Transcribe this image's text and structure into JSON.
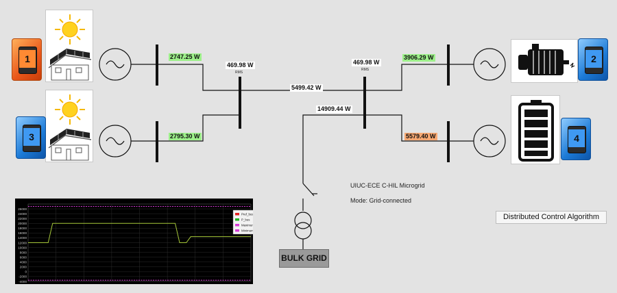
{
  "colors": {
    "background": "#e3e3e3",
    "green_label": "#9df08a",
    "orange_label": "#f7a872",
    "node_orange": "#e9571a",
    "node_blue": "#1c7ad6"
  },
  "nodes": [
    {
      "id": "1",
      "color": "orange",
      "source": "solar-house-icon"
    },
    {
      "id": "3",
      "color": "blue",
      "source": "solar-house-icon"
    },
    {
      "id": "2",
      "color": "blue",
      "source": "generator-icon"
    },
    {
      "id": "4",
      "color": "blue",
      "source": "battery-icon"
    }
  ],
  "power": {
    "gen1": "2747.25 W",
    "gen3": "2795.30 W",
    "bus_left": "469.98 W",
    "bus_right": "469.98 W",
    "tie_line": "5499.42 W",
    "grid_line": "14909.44 W",
    "gen2": "3906.29 W",
    "gen4": "5579.40 W",
    "rms_label": "RMS"
  },
  "info": {
    "title": "UIUC-ECE C-HIL Microgrid",
    "mode": "Mode: Grid-connected",
    "algorithm_button": "Distributed Control Algorithm",
    "grid_label": "BULK GRID"
  },
  "chart_data": {
    "type": "line",
    "ylim": [
      -4000,
      28000
    ],
    "yticks": [
      "26000",
      "24000",
      "22000",
      "20000",
      "18000",
      "16000",
      "14000",
      "12000",
      "10000",
      "8000",
      "6000",
      "4000",
      "2000",
      "0",
      "-2000",
      "-4000"
    ],
    "legend_position": "top-right",
    "legend": [
      {
        "name": "Pref_bus",
        "color": "#e02020"
      },
      {
        "name": "P_bus",
        "color": "#22b422"
      },
      {
        "name": "Maximum",
        "color": "#d63cd6"
      },
      {
        "name": "Minimum",
        "color": "#d63cd6"
      }
    ],
    "series": [
      {
        "name": "P_bus",
        "color": "#a7c93a",
        "t": [
          0,
          0.09,
          0.11,
          0.66,
          0.68,
          0.71,
          0.73,
          1.0
        ],
        "values": [
          12000,
          12000,
          20000,
          20000,
          12000,
          12000,
          14500,
          14500
        ]
      },
      {
        "name": "Maximum",
        "color": "#d63cd6",
        "t": [
          0,
          1.0
        ],
        "values": [
          27000,
          27000
        ]
      },
      {
        "name": "Minimum",
        "color": "#d63cd6",
        "t": [
          0,
          1.0
        ],
        "values": [
          -3500,
          -3500
        ]
      }
    ]
  }
}
